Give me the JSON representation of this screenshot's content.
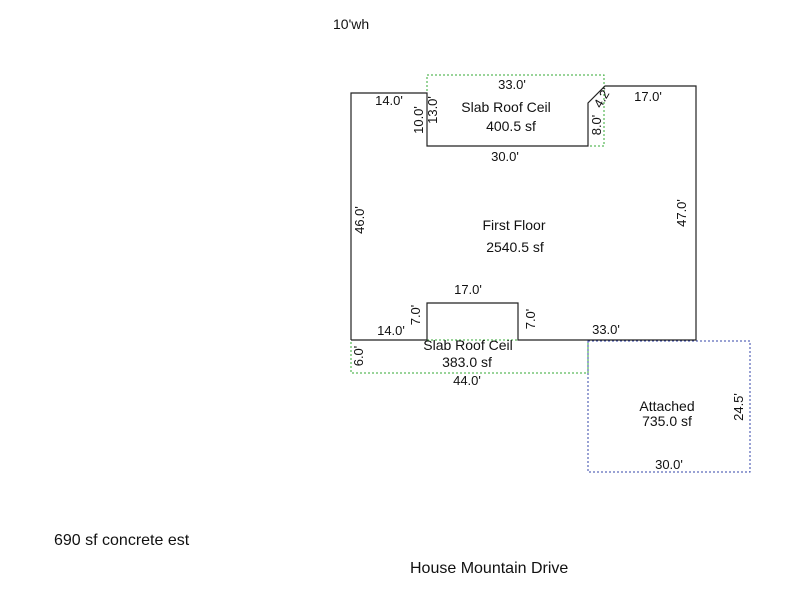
{
  "notes": {
    "height_note": "10'wh",
    "concrete_estimate": "690 sf concrete est",
    "address": "House Mountain Drive"
  },
  "areas": {
    "first_floor": {
      "name": "First Floor",
      "area": "2540.5 sf"
    },
    "slab_top": {
      "name": "Slab Roof Ceil",
      "area": "400.5 sf"
    },
    "slab_bottom": {
      "name": "Slab Roof Ceil",
      "area": "383.0 sf"
    },
    "attached": {
      "name": "Attached",
      "area": "735.0 sf"
    }
  },
  "dims": {
    "slab_top_width": "33.0'",
    "slab_top_left_depth": "13.0'",
    "slab_top_right_depth": "8.0'",
    "top_left_wall": "14.0'",
    "notch_left_depth": "10.0'",
    "notch_bottom": "30.0'",
    "diagonal": "4.2'",
    "top_right_wall": "17.0'",
    "left_wall": "46.0'",
    "right_wall": "47.0'",
    "inner_bump_top": "17.0'",
    "inner_bump_left": "7.0'",
    "inner_bump_right": "7.0'",
    "bottom_left_wall": "14.0'",
    "bottom_right_wall": "33.0'",
    "slab_bottom_depth": "6.0'",
    "slab_bottom_width": "44.0'",
    "attached_depth": "24.5'",
    "attached_width": "30.0'"
  },
  "colors": {
    "wall": "#222222",
    "slab_outline": "#33aa33",
    "attached_outline": "#3344aa"
  }
}
